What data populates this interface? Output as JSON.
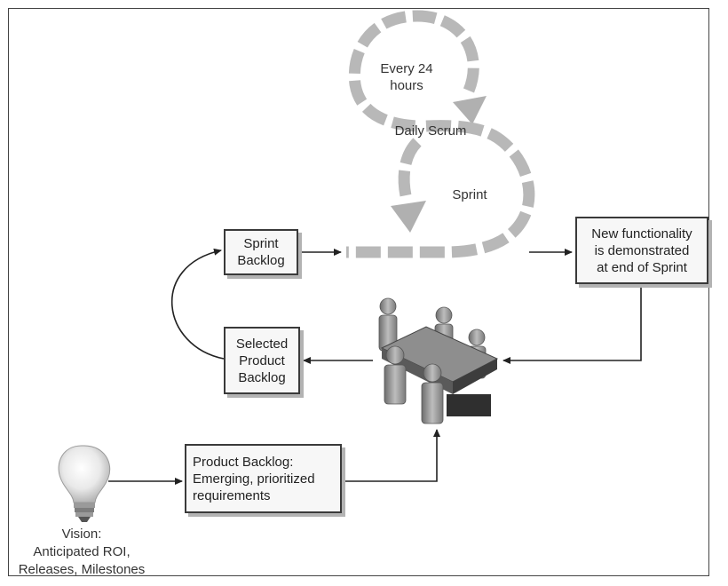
{
  "diagram": {
    "loop_labels": {
      "every_24_hours": "Every 24\nhours",
      "daily_scrum": "Daily Scrum",
      "sprint": "Sprint"
    },
    "boxes": {
      "sprint_backlog": "Sprint\nBacklog",
      "selected_product_backlog": "Selected\nProduct\nBacklog",
      "new_functionality": "New functionality\nis demonstrated\nat end of Sprint",
      "product_backlog": "Product Backlog:\nEmerging, prioritized\nrequirements"
    },
    "vision_label": "Vision:\nAnticipated ROI,\nReleases, Milestones",
    "icons": [
      "lightbulb-icon",
      "team-meeting-icon"
    ],
    "colors": {
      "dashed_loop": "#b8b8b8",
      "box_fill": "#f7f7f7",
      "box_border": "#3a3a3a",
      "connector": "#222222"
    }
  }
}
